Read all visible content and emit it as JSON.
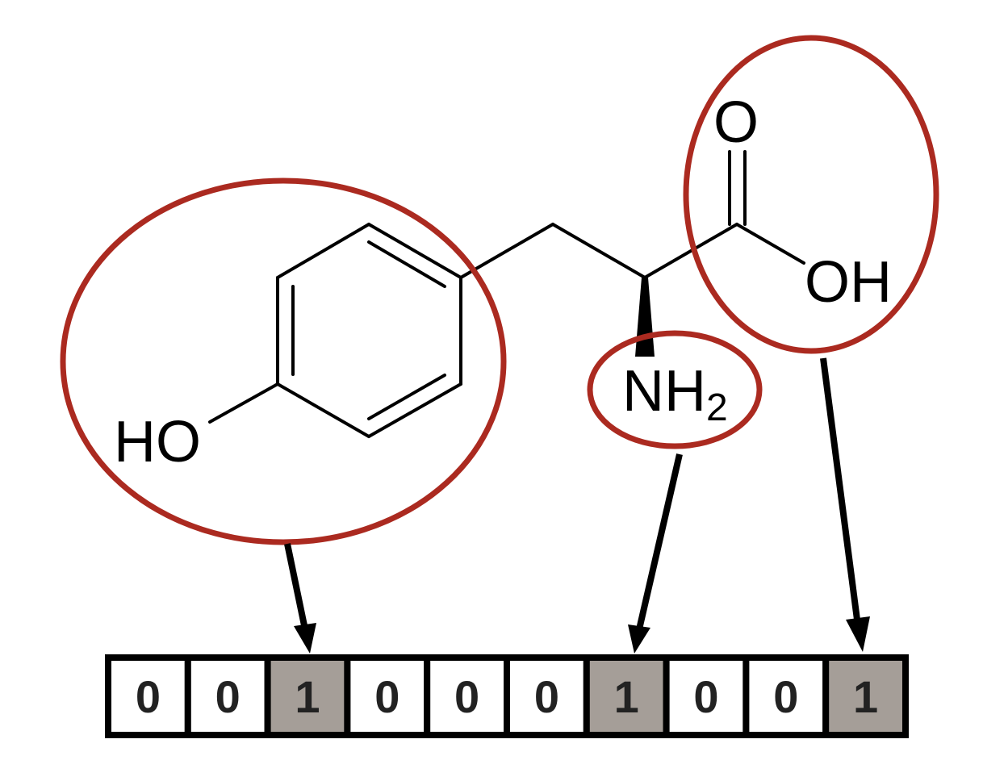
{
  "molecule": {
    "labels": {
      "hydroxyl_left": "HO",
      "carbonyl_oxygen": "O",
      "acid_hydroxyl": "OH",
      "amine": "NH",
      "amine_subscript": "2"
    }
  },
  "highlight_color": "#ab2a20",
  "fingerprint": {
    "bits": [
      "0",
      "0",
      "1",
      "0",
      "0",
      "0",
      "1",
      "0",
      "0",
      "1"
    ],
    "set_fill": "#a59e98",
    "unset_fill": "#ffffff",
    "mapping": [
      {
        "group": "phenol-ring",
        "bit_index": 2
      },
      {
        "group": "amine",
        "bit_index": 6
      },
      {
        "group": "carboxylic-acid",
        "bit_index": 9
      }
    ]
  }
}
